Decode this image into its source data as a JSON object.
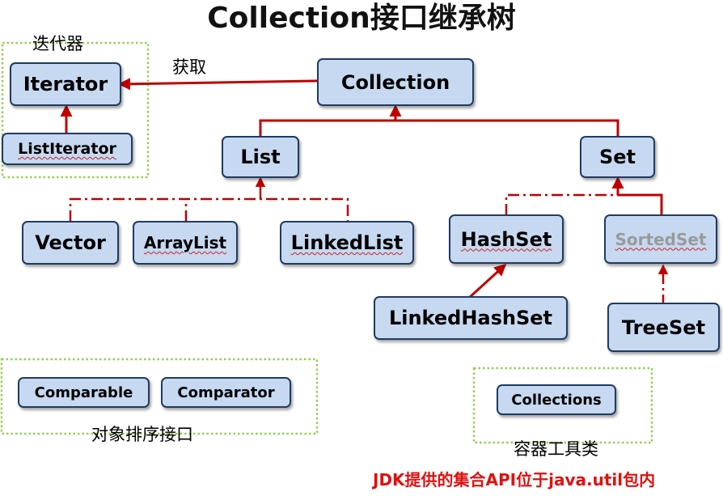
{
  "title": "Collection接口继承树",
  "labels": {
    "iterator_group": "迭代器",
    "obtain": "获取",
    "compare_group": "对象排序接口",
    "tools_group": "容器工具类"
  },
  "nodes": {
    "iterator": "Iterator",
    "list_iterator": "ListIterator",
    "collection": "Collection",
    "list": "List",
    "set": "Set",
    "vector": "Vector",
    "array_list": "ArrayList",
    "linked_list": "LinkedList",
    "hash_set": "HashSet",
    "sorted_set": "SortedSet",
    "linked_hash_set": "LinkedHashSet",
    "tree_set": "TreeSet",
    "comparable": "Comparable",
    "comparator": "Comparator",
    "collections": "Collections"
  },
  "footer": "JDK提供的集合API位于java.util包内",
  "colors": {
    "box_fill": "#c6d9f1",
    "box_border": "#1f3b63",
    "arrow": "#c00000",
    "group_border": "#92d050",
    "footer_text": "#e01010",
    "sorted_set_text": "#9a9a9a"
  }
}
